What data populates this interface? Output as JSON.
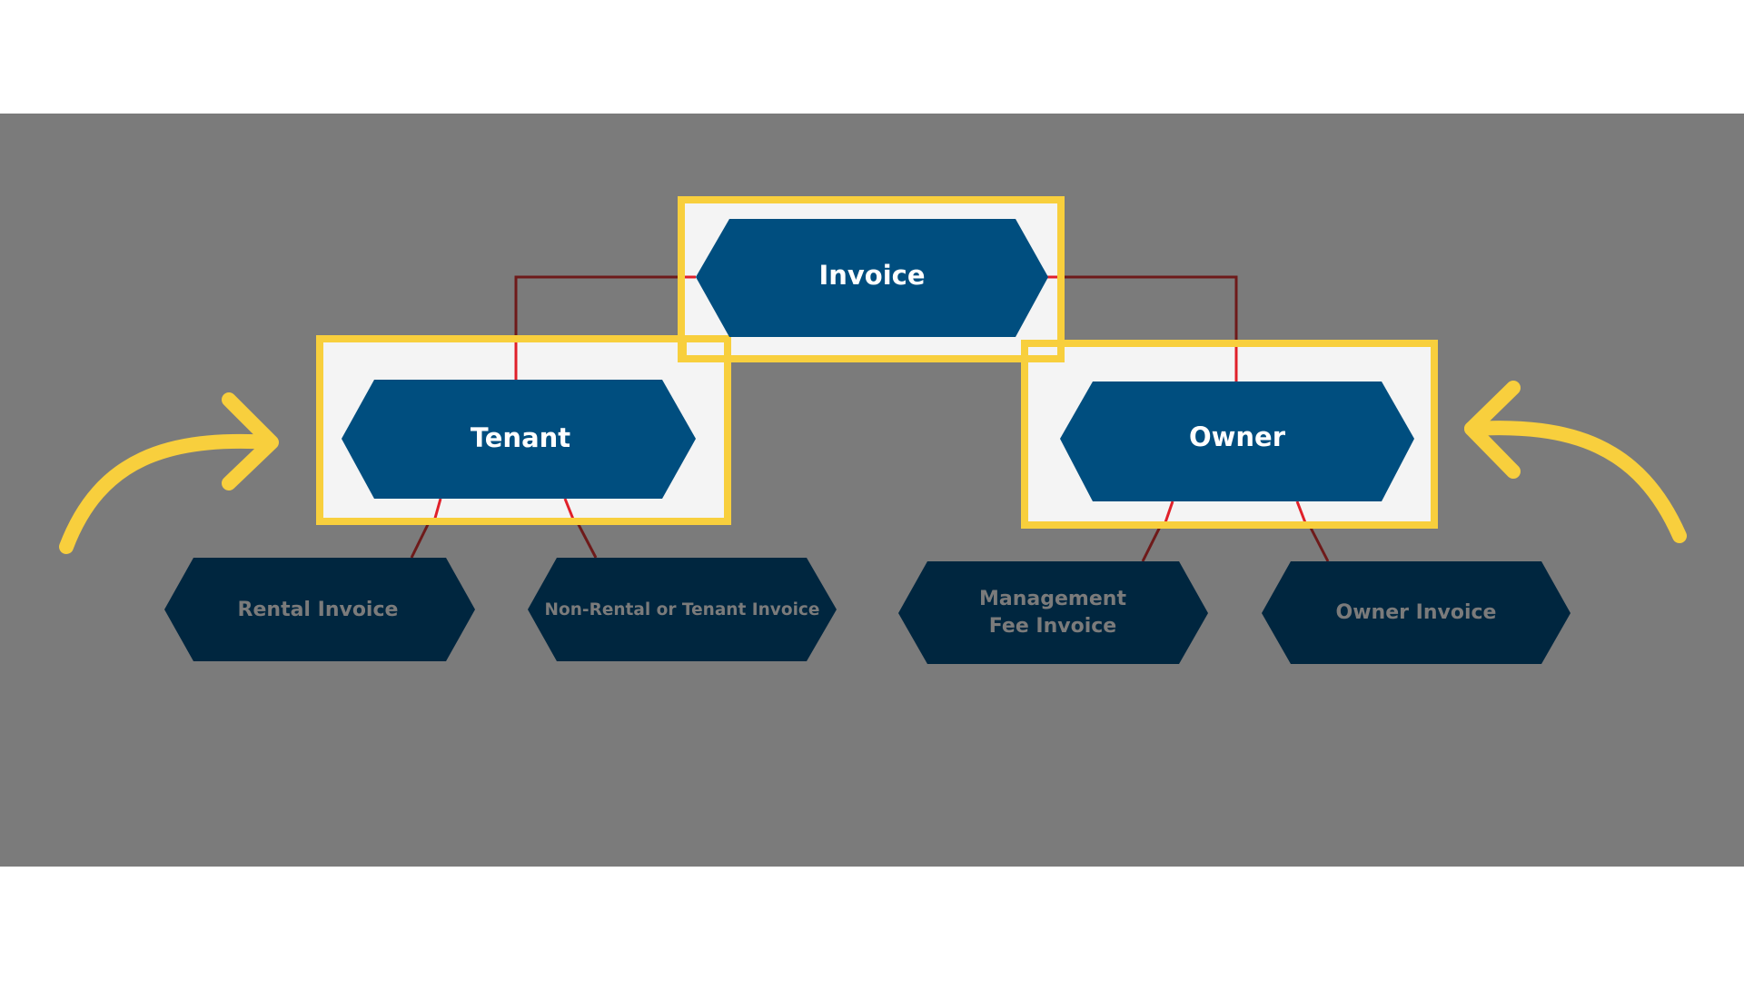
{
  "diagram": {
    "root": {
      "label": "Invoice"
    },
    "branches": [
      {
        "label": "Tenant",
        "children": [
          {
            "label": "Rental Invoice"
          },
          {
            "label": "Non-Rental or Tenant Invoice"
          }
        ]
      },
      {
        "label": "Owner",
        "children": [
          {
            "label_line1": "Management",
            "label_line2": "Fee Invoice"
          },
          {
            "label": "Owner Invoice"
          }
        ]
      }
    ]
  },
  "colors": {
    "overlay": "#7b7b7b",
    "highlight_box": "#f8cf3d",
    "highlight_fill": "#f4f4f4",
    "node_primary": "#004e7f",
    "node_dimmed": "#00263f",
    "connector": "#6e1a1a",
    "connector_bright": "#e0202a",
    "arrow": "#f8cf3d"
  },
  "icons": {
    "left_arrow": "curved-arrow-right-icon",
    "right_arrow": "curved-arrow-left-icon"
  }
}
